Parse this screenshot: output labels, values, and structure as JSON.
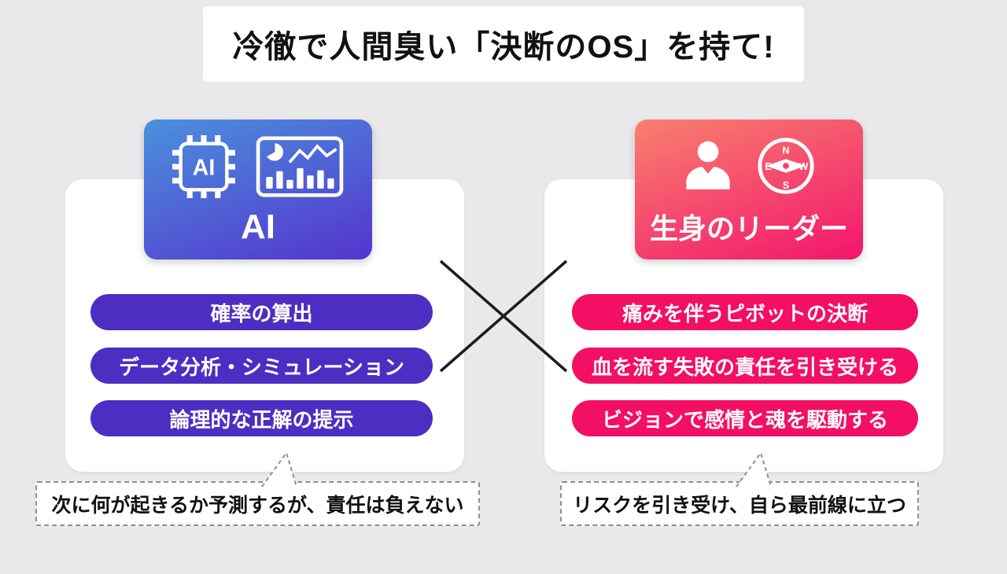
{
  "title": "冷徹で人間臭い「決断のOS」を持て!",
  "left": {
    "header_label": "AI",
    "chip_label": "AI",
    "items": [
      "確率の算出",
      "データ分析・シミュレーション",
      "論理的な正解の提示"
    ],
    "note": "次に何が起きるか予測するが、責任は負えない"
  },
  "right": {
    "header_label": "生身のリーダー",
    "items": [
      "痛みを伴うピボットの決断",
      "血を流す失敗の責任を引き受ける",
      "ビジョンで感情と魂を駆動する"
    ],
    "note": "リスクを引き受け、自ら最前線に立つ"
  },
  "compass": {
    "n": "N",
    "e": "E",
    "s": "S",
    "w": "W"
  },
  "colors": {
    "background": "#e9e9eb",
    "left_header_gradient_start": "#4b90dd",
    "left_header_gradient_end": "#5434cd",
    "left_pill": "#4c2ec2",
    "right_header_gradient_start": "#f8806e",
    "right_header_gradient_end": "#f2156d",
    "right_pill": "#f20f64",
    "cross": "#1c1c1c"
  }
}
